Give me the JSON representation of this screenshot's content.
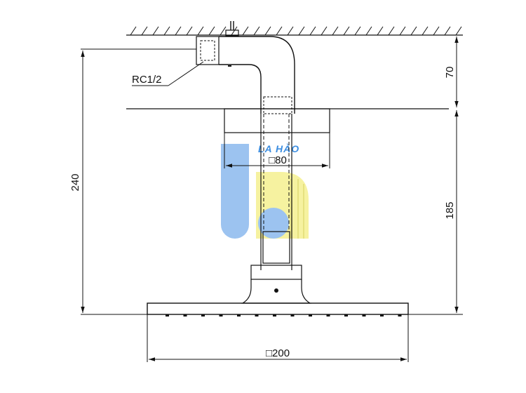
{
  "labels": {
    "thread": "RC1/2",
    "height_total": "240",
    "height_top": "70",
    "height_bottom": "185",
    "flange_size": "□80",
    "head_size": "□200"
  },
  "logo": {
    "text": "LA HÀO",
    "blue": "#9cc3f0",
    "yellow": "#f6f2a0",
    "text_color": "#3d8ee0"
  }
}
